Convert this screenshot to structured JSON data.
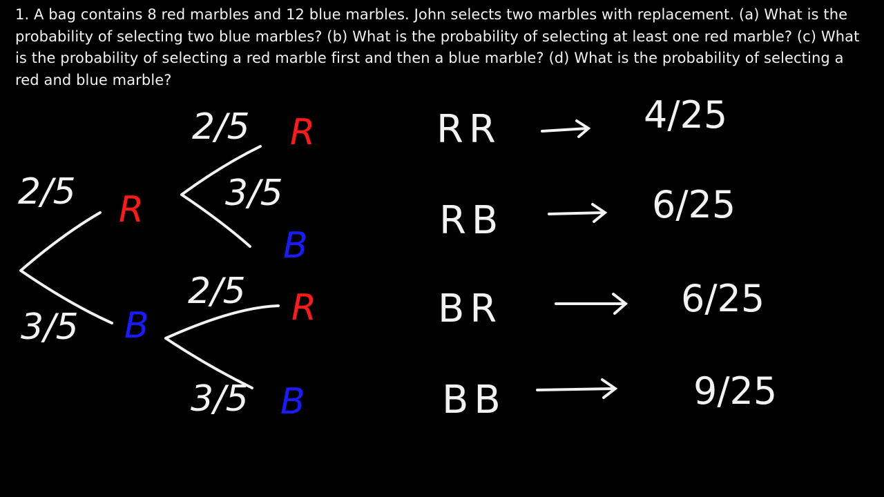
{
  "problem": {
    "text": "1.  A bag contains 8 red marbles and 12 blue marbles.  John selects two marbles with replacement.  (a)  What is the probability of selecting two blue marbles?  (b)  What is the probability of selecting at least one red marble?  (c)  What is the probability of selecting a red marble first and then a blue marble?  (d)  What is the probability of selecting a red and blue marble?"
  },
  "tree": {
    "first": {
      "red": {
        "label": "R",
        "prob": "2/5"
      },
      "blue": {
        "label": "B",
        "prob": "3/5"
      }
    },
    "after_red": {
      "red": {
        "label": "R",
        "prob": "2/5"
      },
      "blue": {
        "label": "B",
        "prob": "3/5"
      }
    },
    "after_blue": {
      "red": {
        "label": "R",
        "prob": "2/5"
      },
      "blue": {
        "label": "B",
        "prob": "3/5"
      }
    }
  },
  "outcomes": [
    {
      "pair": "RR",
      "arrow": "→",
      "prob": "4/25"
    },
    {
      "pair": "RB",
      "arrow": "→",
      "prob": "6/25"
    },
    {
      "pair": "BR",
      "arrow": "→",
      "prob": "6/25"
    },
    {
      "pair": "BB",
      "arrow": "→",
      "prob": "9/25"
    }
  ],
  "colors": {
    "background": "#000000",
    "ink": "#f2f2f2",
    "red": "#ff1a1a",
    "blue": "#1a1aff"
  }
}
